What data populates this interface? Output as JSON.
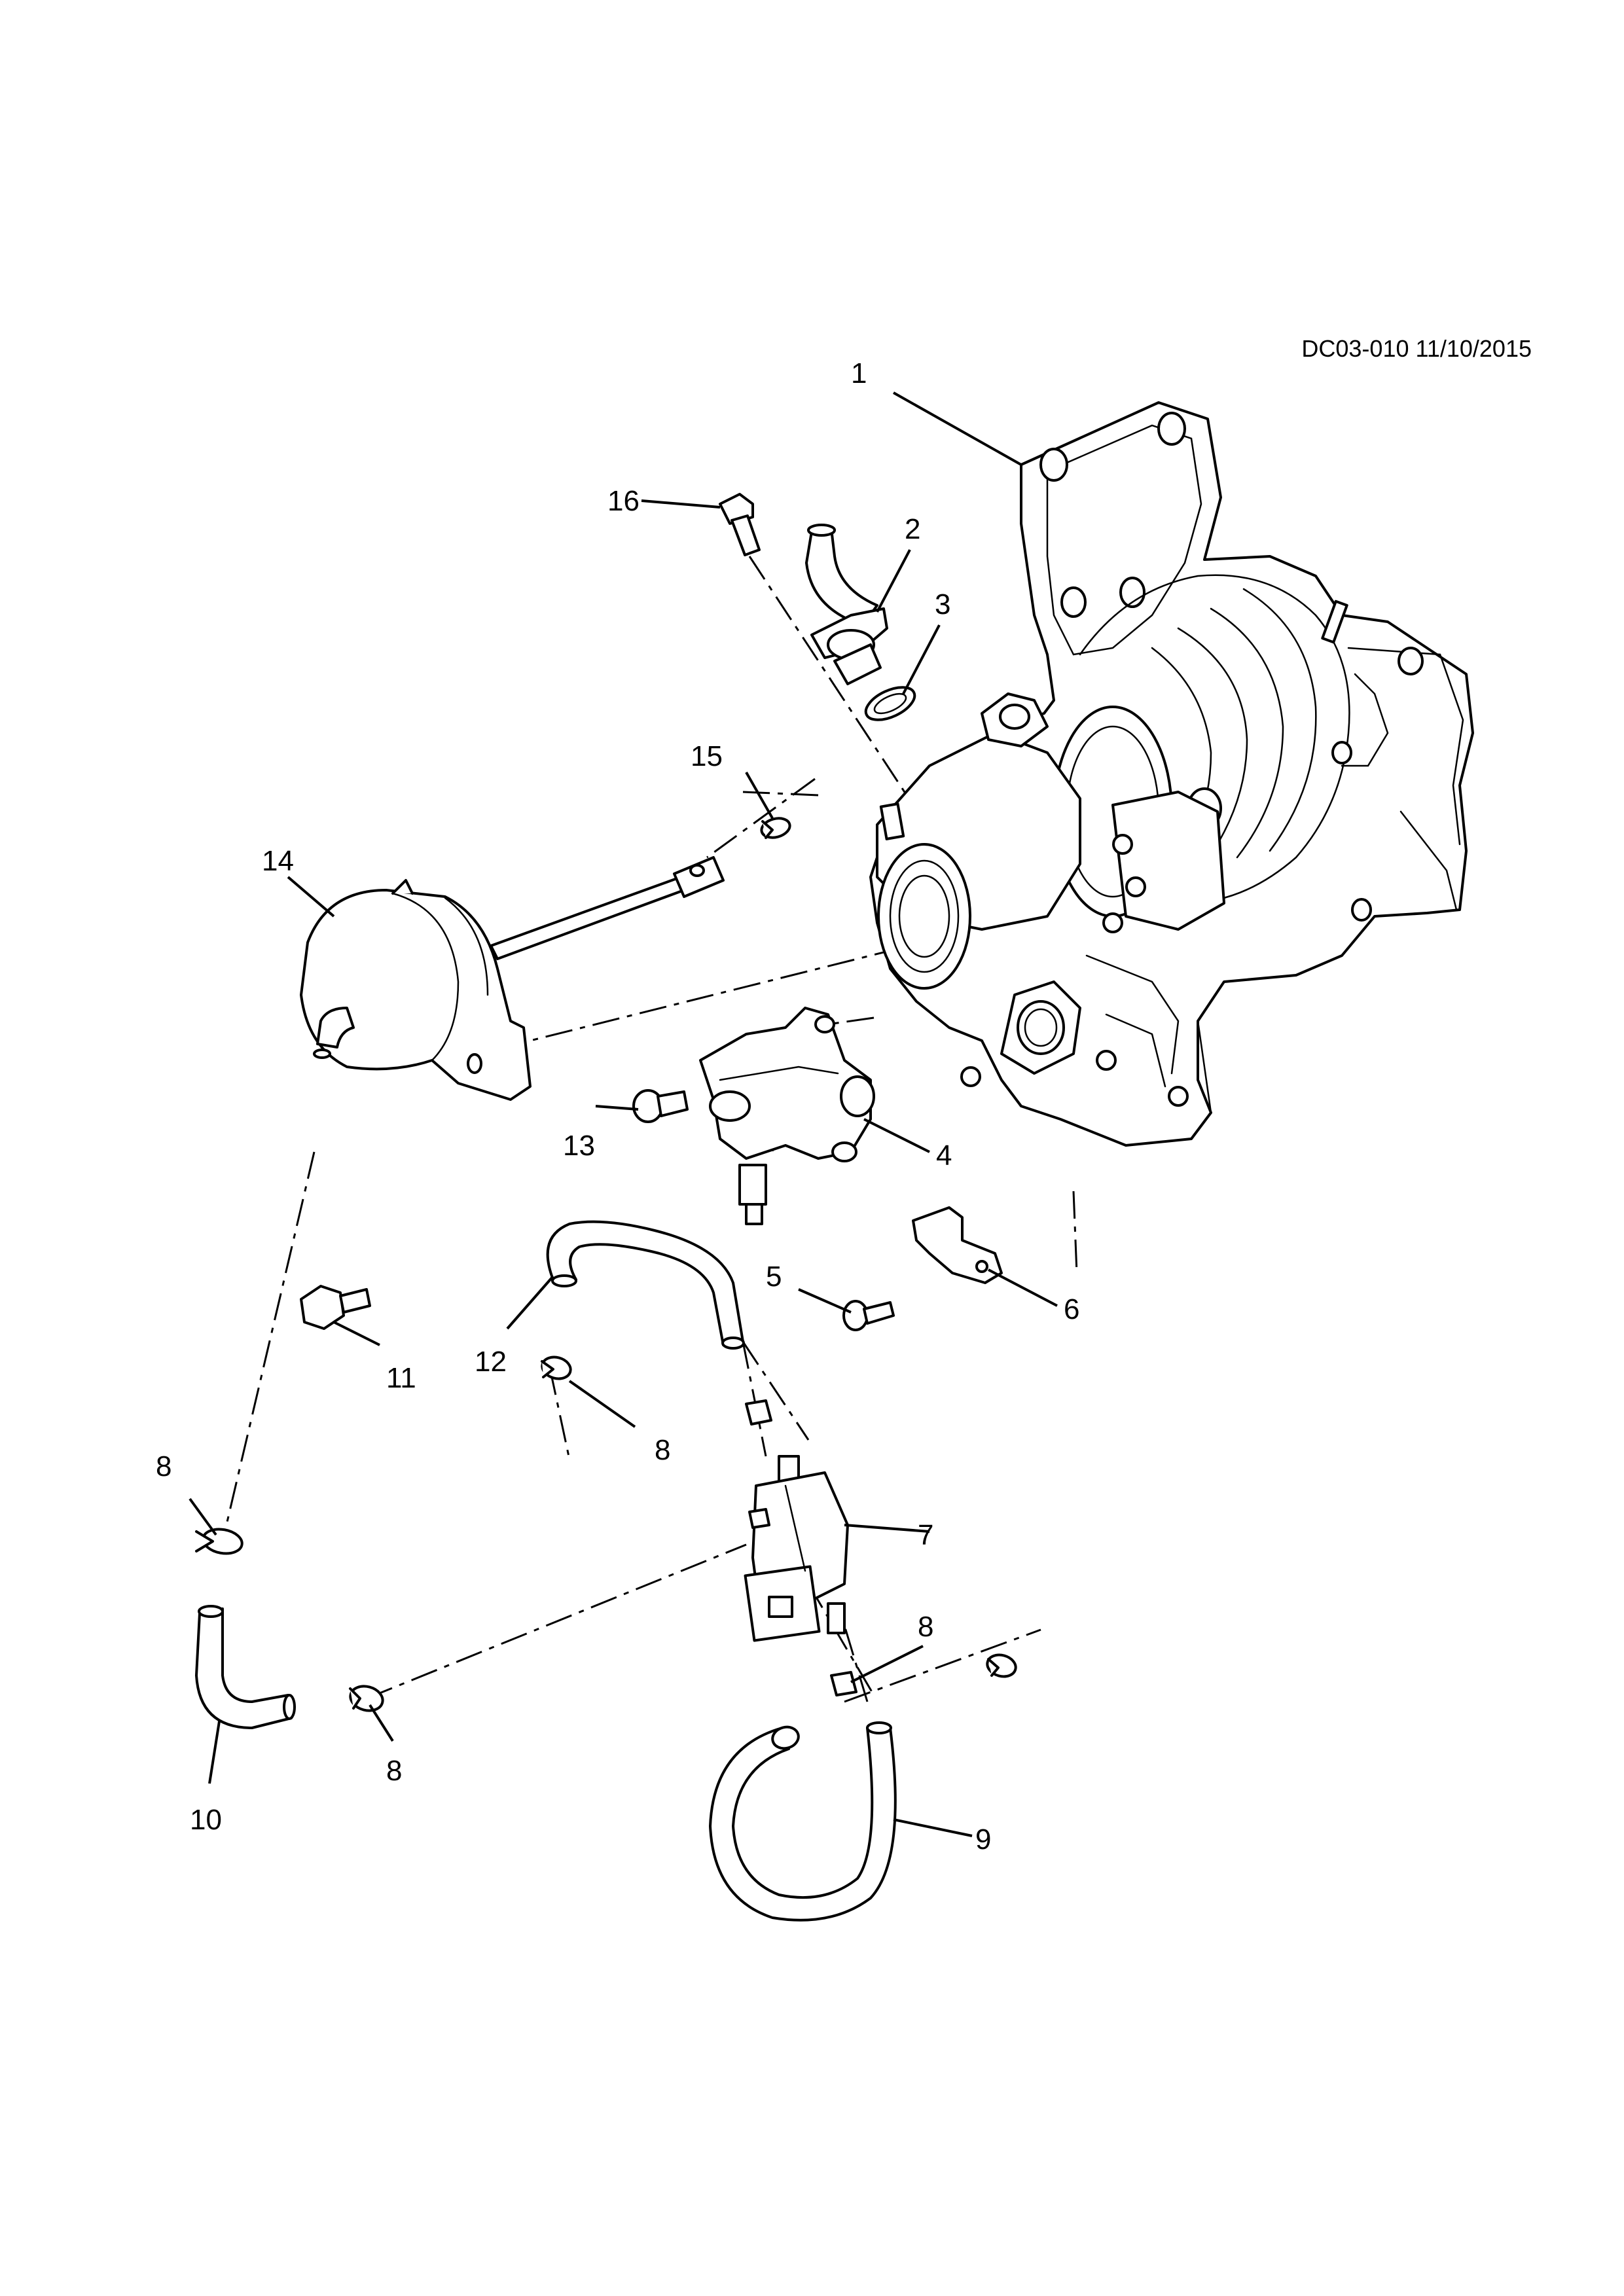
{
  "drawing": {
    "reference": "DC03-010 11/10/2015",
    "callouts": [
      {
        "id": "c1",
        "label": "1"
      },
      {
        "id": "c2",
        "label": "2"
      },
      {
        "id": "c3",
        "label": "3"
      },
      {
        "id": "c4",
        "label": "4"
      },
      {
        "id": "c5",
        "label": "5"
      },
      {
        "id": "c6",
        "label": "6"
      },
      {
        "id": "c7",
        "label": "7"
      },
      {
        "id": "c8a",
        "label": "8"
      },
      {
        "id": "c8b",
        "label": "8"
      },
      {
        "id": "c8c",
        "label": "8"
      },
      {
        "id": "c8d",
        "label": "8"
      },
      {
        "id": "c9",
        "label": "9"
      },
      {
        "id": "c10",
        "label": "10"
      },
      {
        "id": "c11",
        "label": "11"
      },
      {
        "id": "c12",
        "label": "12"
      },
      {
        "id": "c13",
        "label": "13"
      },
      {
        "id": "c14",
        "label": "14"
      },
      {
        "id": "c15",
        "label": "15"
      },
      {
        "id": "c16",
        "label": "16"
      }
    ]
  }
}
